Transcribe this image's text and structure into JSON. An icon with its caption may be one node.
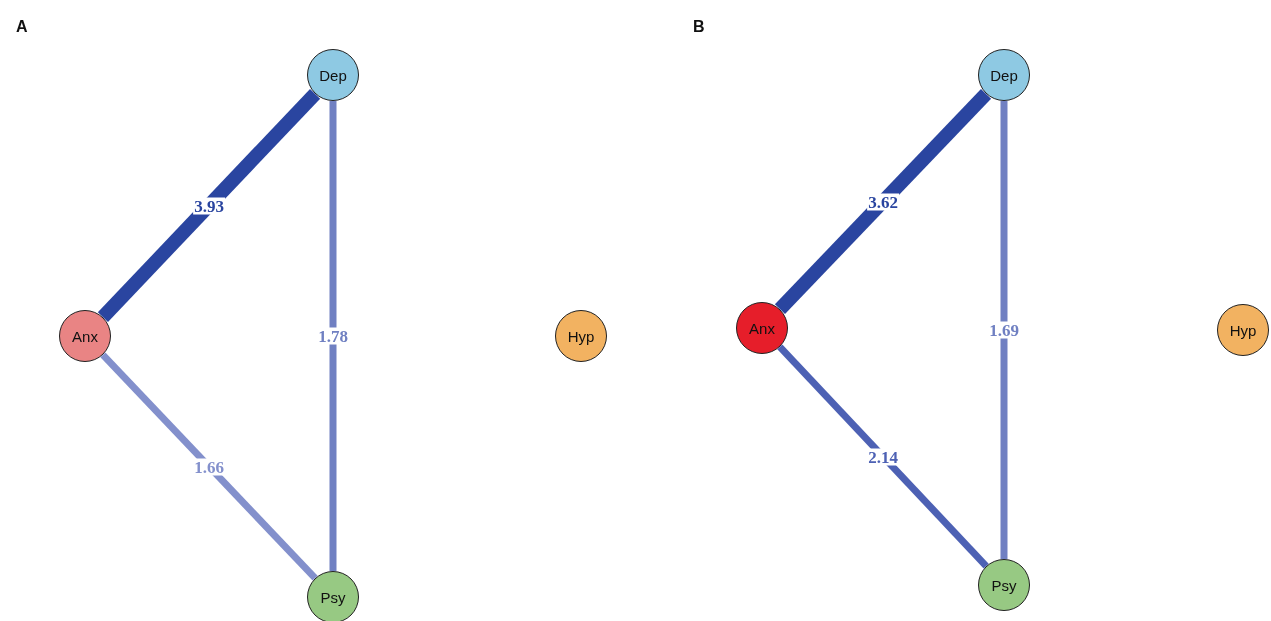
{
  "diagram": {
    "nodes": [
      {
        "text": [
          "Dep"
        ]
      },
      {
        "text": [
          "Anx"
        ]
      },
      {
        "text": [
          "Hyp"
        ]
      },
      {
        "text": [
          "Psy"
        ]
      },
      {
        "text": [
          "Dep"
        ]
      },
      {
        "text": [
          "Anx"
        ]
      },
      {
        "text": [
          "Hyp"
        ]
      },
      {
        "text": [
          "Psy"
        ]
      }
    ],
    "edges": [
      {
        "from": 1,
        "to": 0,
        "arrow": "none",
        "label": "3.93",
        "style": "thick",
        "color": "#2a45a0"
      },
      {
        "from": 0,
        "to": 3,
        "arrow": "none",
        "label": "1.78"
      },
      {
        "from": 1,
        "to": 3,
        "arrow": "none",
        "label": "1.66",
        "color": "#8390cc"
      },
      {
        "from": 5,
        "to": 4,
        "arrow": "none",
        "label": "3.62",
        "style": "thick",
        "color": "#2a45a0"
      },
      {
        "from": 4,
        "to": 7,
        "arrow": "none",
        "label": "1.69"
      },
      {
        "from": 5,
        "to": 7,
        "arrow": "none",
        "label": "2.14",
        "color": "#4d61b4"
      }
    ],
    "labels": [
      "A",
      "B"
    ]
  }
}
